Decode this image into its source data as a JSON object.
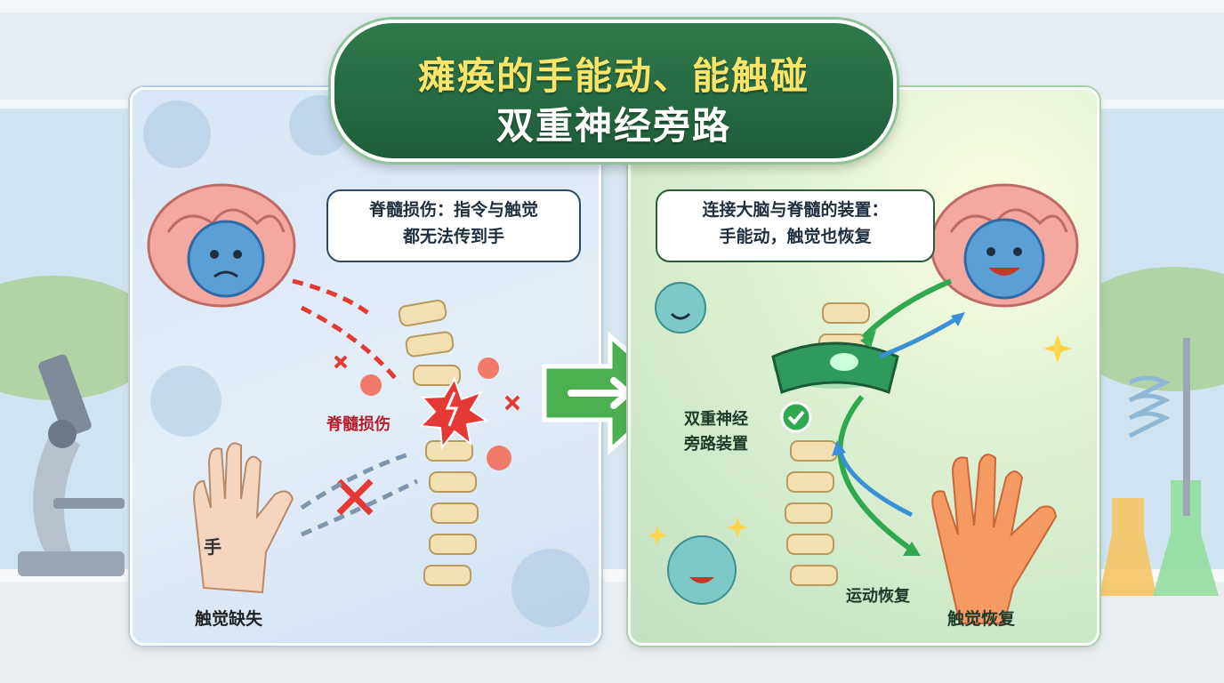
{
  "title": {
    "line1": "瘫痪的手能动、能触碰",
    "line2": "双重神经旁路"
  },
  "left_panel": {
    "bubble": [
      "脊髓损伤：指令与触觉",
      "都无法传到手"
    ],
    "injury_label": "脊髓损伤",
    "hand_label": "手",
    "touch_loss_label": "触觉缺失"
  },
  "right_panel": {
    "bubble": [
      "连接大脑与脊髓的装置：",
      "手能动，触觉也恢复"
    ],
    "device_label": [
      "双重神经",
      "旁路装置"
    ],
    "motor_label": "运动恢复",
    "touch_label": "触觉恢复"
  },
  "colors": {
    "title_bg": "#1f5c3a",
    "title_line1": "#fbe46a",
    "injury_red": "#e53935",
    "signal_green": "#2fa84f",
    "signal_blue": "#3a8fd6"
  },
  "icons": [
    "brain-icon",
    "neuron-icon",
    "spine-icon",
    "hand-icon",
    "cross-icon",
    "check-icon",
    "arrow-right-icon",
    "sparkle-icon"
  ]
}
